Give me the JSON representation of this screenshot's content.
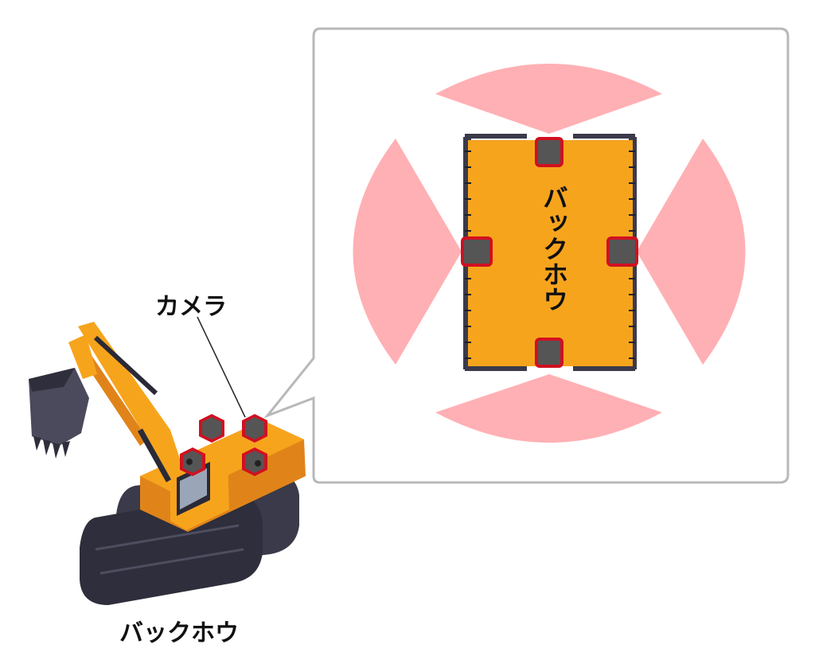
{
  "labels": {
    "camera": "カメラ",
    "machine": "バックホウ",
    "top_view_body": "バックホウ"
  },
  "colors": {
    "machine_orange": "#f7a41d",
    "machine_dark_orange": "#e0841a",
    "track_dark": "#3a3a4a",
    "camera_gray": "#555555",
    "camera_outline_red": "#d01020",
    "view_cone_pink": "#ffb0b4",
    "callout_border": "#b8b8b8"
  },
  "icons": {
    "camera": "camera-icon",
    "excavator": "excavator-illustration"
  }
}
